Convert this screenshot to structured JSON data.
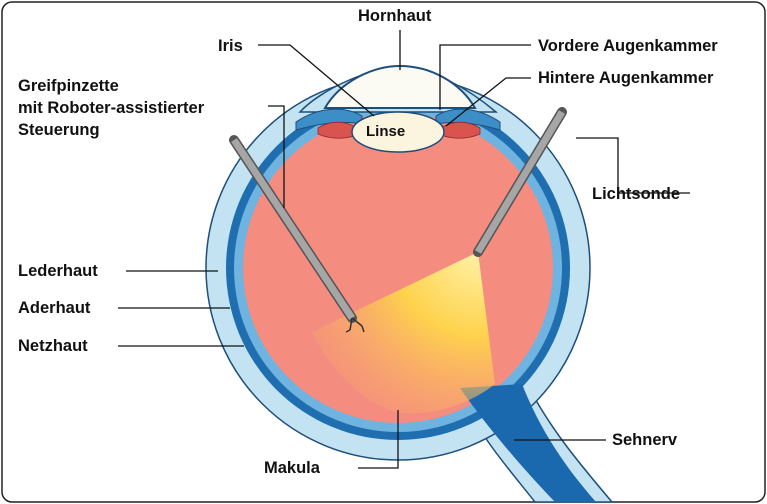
{
  "labels": {
    "hornhaut": "Hornhaut",
    "iris": "Iris",
    "vordere_augenkammer": "Vordere Augenkammer",
    "hintere_augenkammer": "Hintere Augenkammer",
    "greifpinzette_line1": "Greifpinzette",
    "greifpinzette_line2": "mit Roboter-assistierter",
    "greifpinzette_line3": "Steuerung",
    "linse": "Linse",
    "lichtsonde": "Lichtsonde",
    "lederhaut": "Lederhaut",
    "aderhaut": "Aderhaut",
    "netzhaut": "Netzhaut",
    "makula": "Makula",
    "sehnerv": "Sehnerv"
  },
  "colors": {
    "vitreous": "#f48c80",
    "sclera": "#c4e3f2",
    "choroid": "#1f6fb0",
    "optic_nerve": "#1a68ad",
    "lens": "#fbf4df",
    "light_cone": "#ffd84a",
    "instrument": "#9a9a9a",
    "iris": "#3d8ec7",
    "ciliary": "#d9534f"
  }
}
